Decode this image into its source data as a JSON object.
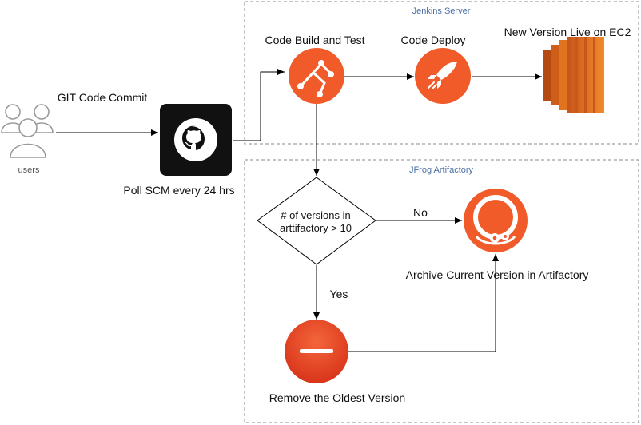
{
  "groups": {
    "jenkins": "Jenkins Server",
    "jfrog": "JFrog Artifactory"
  },
  "nodes": {
    "users": "users",
    "git_commit": "GIT Code Commit",
    "poll_scm": "Poll SCM every 24 hrs",
    "build_test": "Code Build and Test",
    "deploy": "Code Deploy",
    "ec2": "New Version Live on EC2",
    "decision_line1": "# of versions in",
    "decision_line2": "arttifactory > 10",
    "no": "No",
    "yes": "Yes",
    "archive": "Archive Current Version in Artifactory",
    "remove": "Remove the Oldest Version"
  },
  "icons": {
    "users": "users-icon",
    "github": "github-icon",
    "build": "git-branch-icon",
    "deploy": "rocket-icon",
    "ec2": "ec2-instance-icon",
    "archive": "artifactory-icon",
    "remove": "minus-circle-icon"
  },
  "colors": {
    "orange": "#f15b2a",
    "group_border": "#8a8a8a",
    "group_label": "#4a6fa5",
    "ec2_orange": "#e8791f",
    "remove_red": "#e03a1e"
  }
}
